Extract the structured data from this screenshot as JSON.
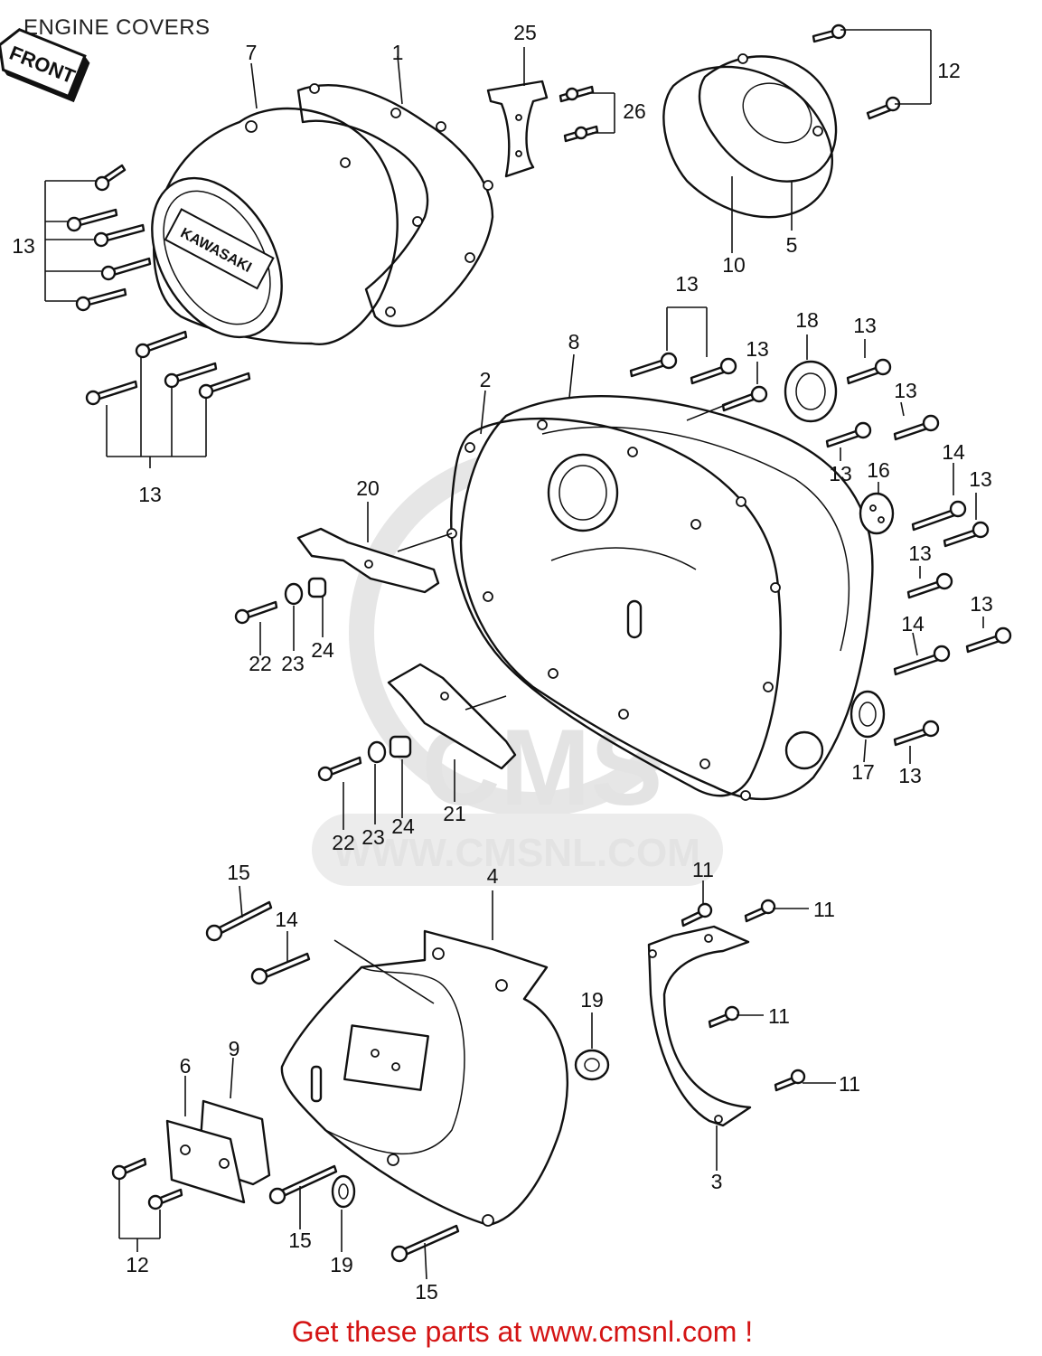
{
  "title": "ENGINE COVERS",
  "front_badge": "FRONT",
  "cover_logo": "KAWASAKI",
  "watermark": {
    "brand": "CMS",
    "url": "WWW.CMSNL.COM"
  },
  "footer": "Get these parts at www.cmsnl.com !",
  "callouts": [
    {
      "id": "c1",
      "label": "1"
    },
    {
      "id": "c7",
      "label": "7"
    },
    {
      "id": "c25",
      "label": "25"
    },
    {
      "id": "c26",
      "label": "26"
    },
    {
      "id": "c12a",
      "label": "12"
    },
    {
      "id": "c10",
      "label": "10"
    },
    {
      "id": "c5",
      "label": "5"
    },
    {
      "id": "c13a",
      "label": "13"
    },
    {
      "id": "c13b",
      "label": "13"
    },
    {
      "id": "c13c",
      "label": "13"
    },
    {
      "id": "c13d",
      "label": "13"
    },
    {
      "id": "c18",
      "label": "18"
    },
    {
      "id": "c13e",
      "label": "13"
    },
    {
      "id": "c8",
      "label": "8"
    },
    {
      "id": "c2",
      "label": "2"
    },
    {
      "id": "c13f",
      "label": "13"
    },
    {
      "id": "c13g",
      "label": "13"
    },
    {
      "id": "c16",
      "label": "16"
    },
    {
      "id": "c14a",
      "label": "14"
    },
    {
      "id": "c13h",
      "label": "13"
    },
    {
      "id": "c20",
      "label": "20"
    },
    {
      "id": "c13i",
      "label": "13"
    },
    {
      "id": "c22a",
      "label": "22"
    },
    {
      "id": "c23a",
      "label": "23"
    },
    {
      "id": "c24a",
      "label": "24"
    },
    {
      "id": "c14b",
      "label": "14"
    },
    {
      "id": "c13j",
      "label": "13"
    },
    {
      "id": "c17",
      "label": "17"
    },
    {
      "id": "c13k",
      "label": "13"
    },
    {
      "id": "c21",
      "label": "21"
    },
    {
      "id": "c22b",
      "label": "22"
    },
    {
      "id": "c23b",
      "label": "23"
    },
    {
      "id": "c24b",
      "label": "24"
    },
    {
      "id": "c15a",
      "label": "15"
    },
    {
      "id": "c4",
      "label": "4"
    },
    {
      "id": "c14c",
      "label": "14"
    },
    {
      "id": "c11a",
      "label": "11"
    },
    {
      "id": "c11b",
      "label": "11"
    },
    {
      "id": "c11c",
      "label": "11"
    },
    {
      "id": "c11d",
      "label": "11"
    },
    {
      "id": "c19a",
      "label": "19"
    },
    {
      "id": "c9",
      "label": "9"
    },
    {
      "id": "c6",
      "label": "6"
    },
    {
      "id": "c3",
      "label": "3"
    },
    {
      "id": "c12b",
      "label": "12"
    },
    {
      "id": "c15b",
      "label": "15"
    },
    {
      "id": "c19b",
      "label": "19"
    },
    {
      "id": "c15c",
      "label": "15"
    }
  ]
}
